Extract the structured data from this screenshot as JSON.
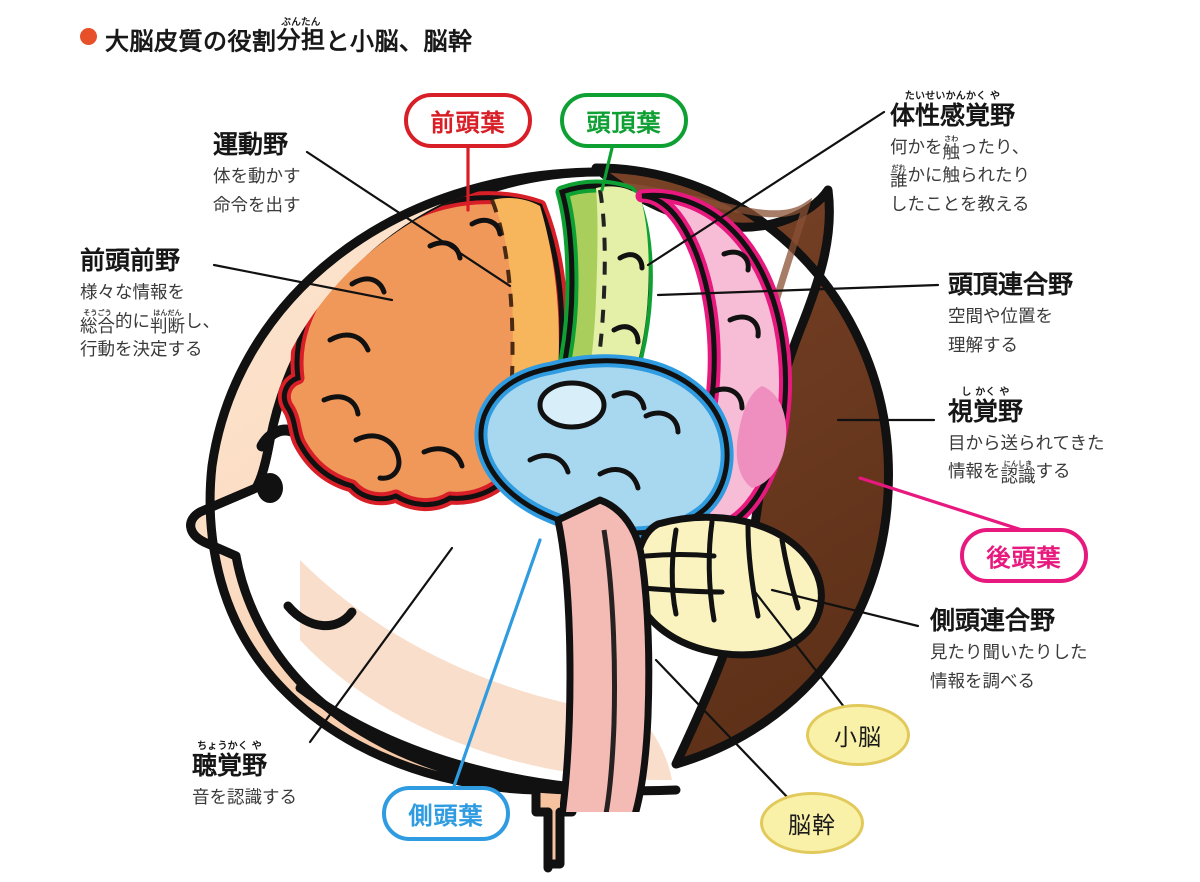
{
  "title": {
    "bullet_color": "#E8502A",
    "parts": [
      {
        "text": "大脳皮質の役割"
      },
      {
        "text": "分担",
        "ruby": "ぶんたん"
      },
      {
        "text": "と小脳、脳幹"
      }
    ],
    "plain": "大脳皮質の役割分担と小脳、脳幹"
  },
  "pills": [
    {
      "id": "frontal-lobe",
      "label": "前頭葉",
      "color": "#D81E26"
    },
    {
      "id": "parietal-lobe",
      "label": "頭頂葉",
      "color": "#0FA033"
    },
    {
      "id": "occipital-lobe",
      "label": "後頭葉",
      "color": "#E8197E"
    },
    {
      "id": "temporal-lobe",
      "label": "側頭葉",
      "color": "#2F9BE0"
    }
  ],
  "ellipses": [
    {
      "id": "cerebellum",
      "label": "小脳",
      "fill": "#FAF1A8",
      "stroke": "#E2C95C"
    },
    {
      "id": "brainstem",
      "label": "脳幹",
      "fill": "#FAF1A8",
      "stroke": "#E2C95C"
    }
  ],
  "annotations": [
    {
      "id": "motor-cortex",
      "head": "運動野",
      "head_ruby": "",
      "lines": [
        "体を動かす",
        "命令を出す"
      ]
    },
    {
      "id": "prefrontal-cortex",
      "head": "前頭前野",
      "head_ruby": "",
      "lines": [
        "様々な情報を",
        "総合的に判断し、",
        "行動を決定する"
      ],
      "line_ruby": [
        {},
        {
          "そうごう": "総合",
          "はんだん": "判断"
        },
        {}
      ]
    },
    {
      "id": "auditory-cortex",
      "head": "聴覚野",
      "head_ruby": "ちょうかく や",
      "lines": [
        "音を認識する"
      ]
    },
    {
      "id": "somatosensory-cortex",
      "head": "体性感覚野",
      "head_ruby": "たいせいかんかく や",
      "lines": [
        "何かを触ったり、",
        "誰かに触られたり",
        "したことを教える"
      ],
      "line_ruby": [
        {
          "さわ": "触"
        },
        {
          "だれ": "誰"
        },
        {}
      ]
    },
    {
      "id": "parietal-association-cortex",
      "head": "頭頂連合野",
      "head_ruby": "",
      "lines": [
        "空間や位置を",
        "理解する"
      ]
    },
    {
      "id": "visual-cortex",
      "head": "視覚野",
      "head_ruby": "し かく や",
      "lines": [
        "目から送られてきた",
        "情報を認識する"
      ],
      "line_ruby": [
        {},
        {
          "にんしき": "認識"
        }
      ]
    },
    {
      "id": "temporal-association-cortex",
      "head": "側頭連合野",
      "head_ruby": "",
      "lines": [
        "見たり聞いたりした",
        "情報を調べる"
      ]
    }
  ],
  "palette": {
    "skin": "#FBDCC2",
    "skin_shadow": "#F6C9A6",
    "hair": "#6B3A22",
    "hair_light": "#8A5235",
    "frontal_lobe": "#F0975A",
    "motor_strip": "#F7B55C",
    "parietal_lobe": "#A9CE5C",
    "somatosensory_strip": "#E4EFA8",
    "temporal_lobe": "#A8D8F0",
    "occipital_lobe": "#F7BCD6",
    "visual_patch": "#EE8FC0",
    "cerebellum": "#FAF3C0",
    "brainstem": "#F3BBB4",
    "outline": "#111111"
  }
}
